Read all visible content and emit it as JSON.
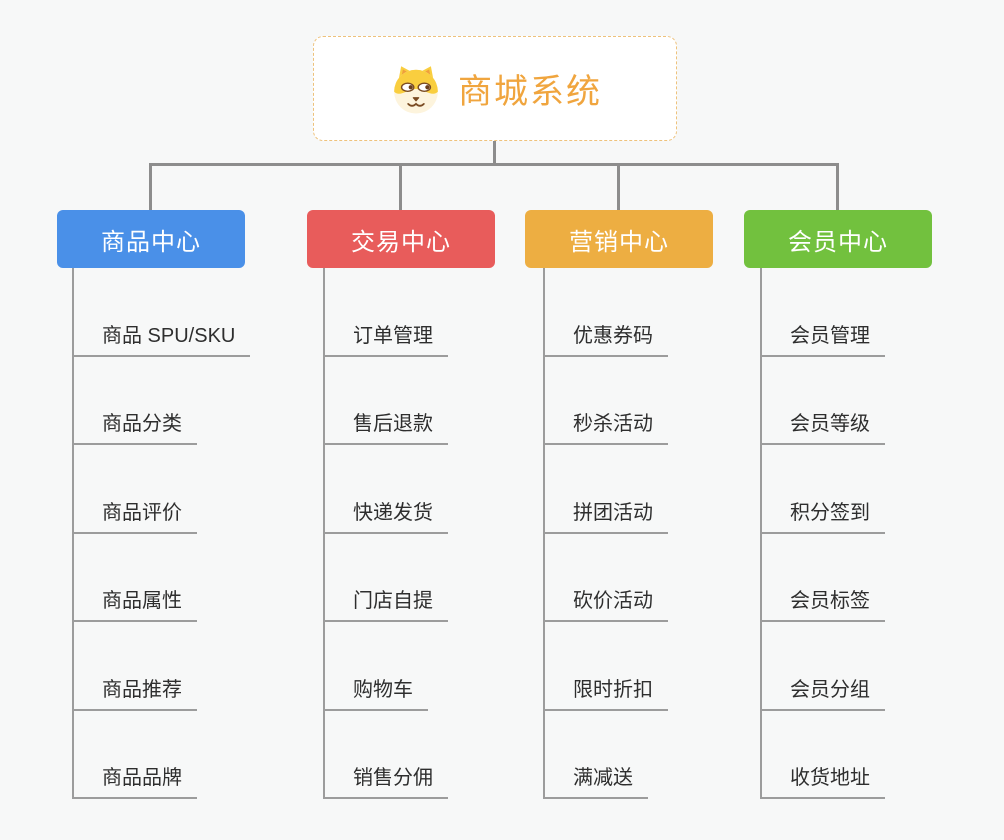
{
  "root": {
    "title": "商城系统",
    "icon": "shiba-dog-icon"
  },
  "branches": [
    {
      "label": "商品中心",
      "color": "#4a90e8",
      "items": [
        "商品 SPU/SKU",
        "商品分类",
        "商品评价",
        "商品属性",
        "商品推荐",
        "商品品牌"
      ]
    },
    {
      "label": "交易中心",
      "color": "#e85c5b",
      "items": [
        "订单管理",
        "售后退款",
        "快递发货",
        "门店自提",
        "购物车",
        "销售分佣"
      ]
    },
    {
      "label": "营销中心",
      "color": "#edae42",
      "items": [
        "优惠券码",
        "秒杀活动",
        "拼团活动",
        "砍价活动",
        "限时折扣",
        "满减送"
      ]
    },
    {
      "label": "会员中心",
      "color": "#72c13e",
      "items": [
        "会员管理",
        "会员等级",
        "积分签到",
        "会员标签",
        "会员分组",
        "收货地址"
      ]
    }
  ],
  "colors": {
    "background": "#f7f8f8",
    "connector_main": "#8d8d8d",
    "connector_sub": "#9c9c9c",
    "root_border": "#eec27c",
    "root_text": "#f0a53e",
    "item_text": "#2e2e2e"
  }
}
